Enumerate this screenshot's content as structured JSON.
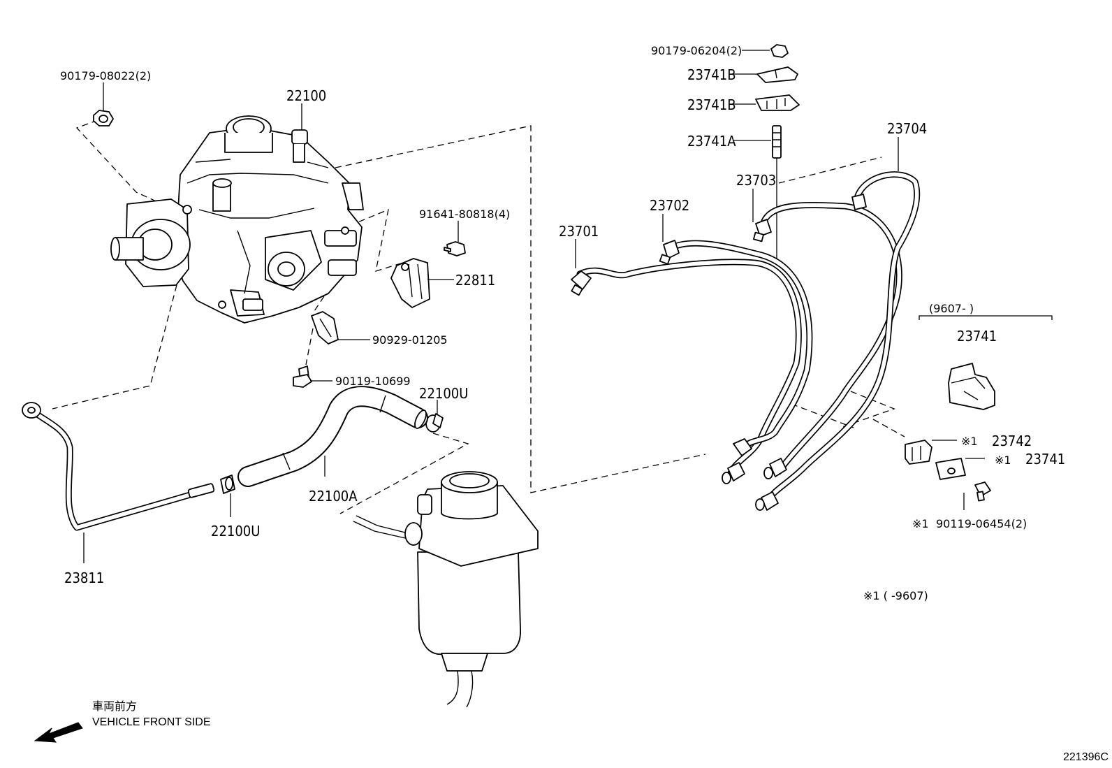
{
  "diagram_code": "221396C",
  "direction": {
    "japanese": "車両前方",
    "english": "VEHICLE FRONT SIDE",
    "icon": "arrow-left-down-icon"
  },
  "footnote": "※1 (     -9607)",
  "bracket_note": "(9607-     )",
  "parts": {
    "p90179_08022": "90179-08022(2)",
    "p22100": "22100",
    "p91641_80818": "91641-80818(4)",
    "p22811": "22811",
    "p90929_01205": "90929-01205",
    "p90119_10699": "90119-10699",
    "p22100U_a": "22100U",
    "p22100U_b": "22100U",
    "p22100A": "22100A",
    "p23811": "23811",
    "p90179_06204": "90179-06204(2)",
    "p23741B_a": "23741B",
    "p23741B_b": "23741B",
    "p23741A": "23741A",
    "p23703": "23703",
    "p23704": "23704",
    "p23702": "23702",
    "p23701": "23701",
    "p23741_new": "23741",
    "p23742": "23742",
    "p23741_old": "23741",
    "p90119_06454": "90119-06454(2)",
    "mark": "※1"
  }
}
